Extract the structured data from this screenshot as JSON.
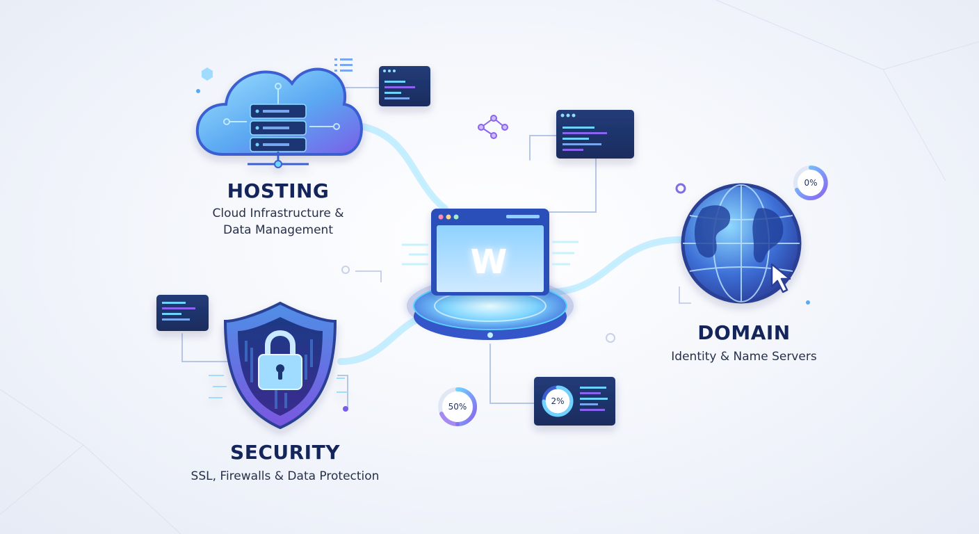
{
  "hosting": {
    "title": "HOSTING",
    "subtitle_line1": "Cloud Infrastructure &",
    "subtitle_line2": "Data Management"
  },
  "security": {
    "title": "SECURITY",
    "subtitle": "SSL, Firewalls & Data Protection"
  },
  "domain": {
    "title": "DOMAIN",
    "subtitle": "Identity & Name Servers"
  },
  "center": {
    "logo_letter": "W"
  },
  "gauges": {
    "top_right": "0%",
    "bottom_middle": "50%",
    "card": "2%"
  },
  "colors": {
    "navy_text": "#13255a",
    "glow_blue": "#6fd3ff",
    "accent_purple": "#8a63f0",
    "panel_dark": "#1c2f63"
  }
}
